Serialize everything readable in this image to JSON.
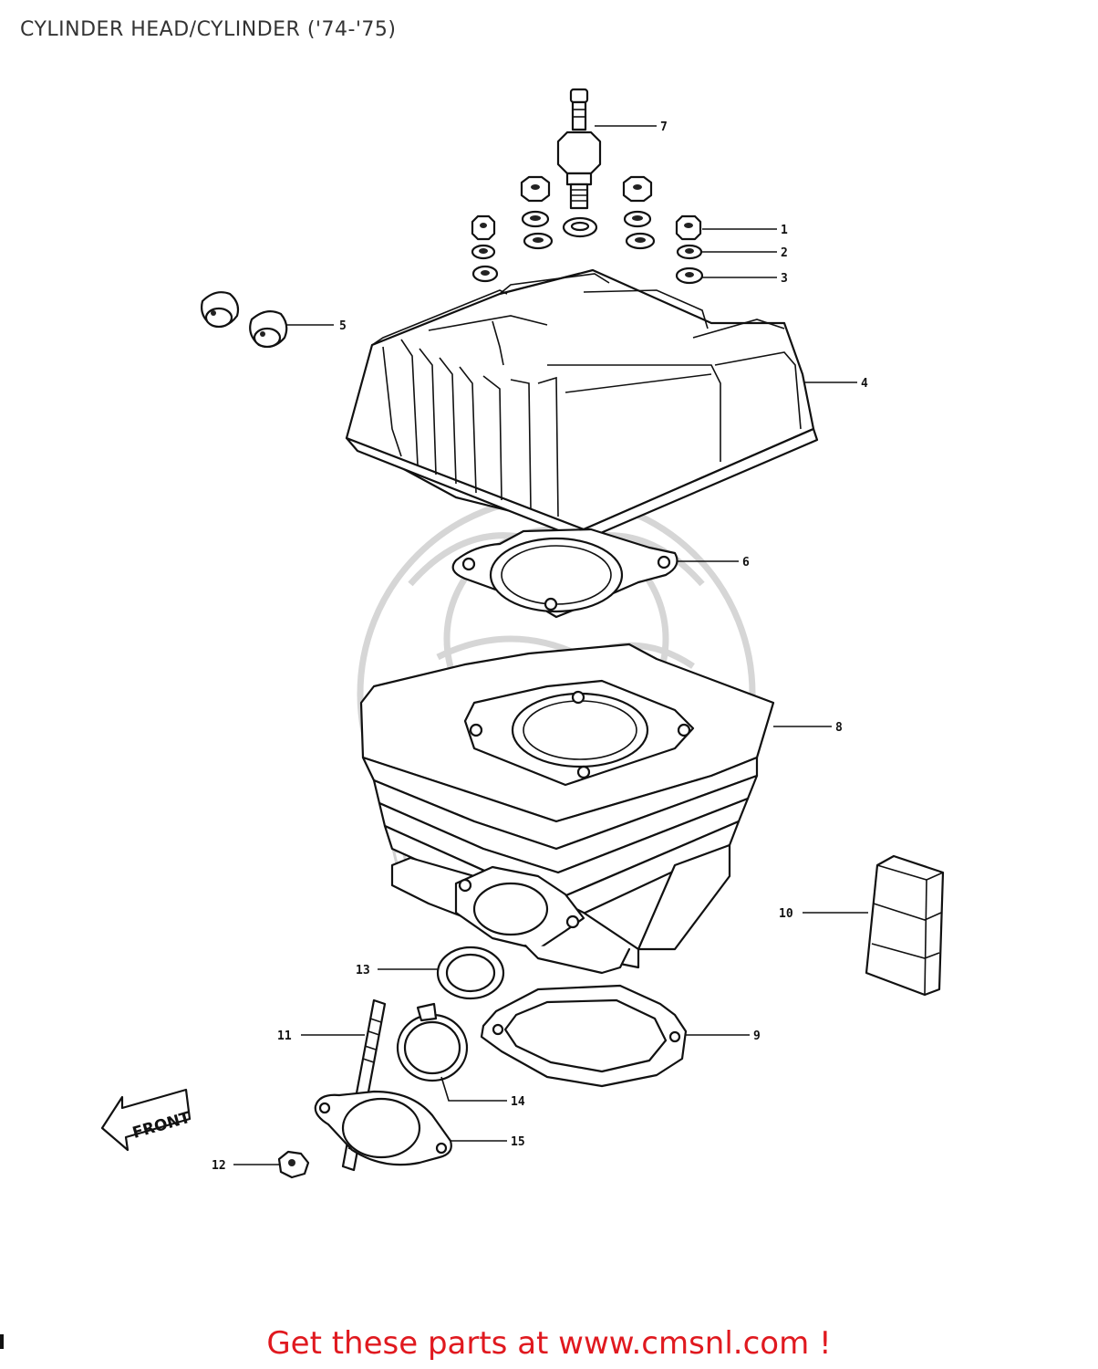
{
  "title": "CYLINDER HEAD/CYLINDER ('74-'75)",
  "footer": "Get these parts at www.cmsnl.com !",
  "front_label": "FRONT",
  "callouts": [
    {
      "id": "1",
      "label": "1"
    },
    {
      "id": "2",
      "label": "2"
    },
    {
      "id": "3",
      "label": "3"
    },
    {
      "id": "4",
      "label": "4"
    },
    {
      "id": "5",
      "label": "5"
    },
    {
      "id": "6",
      "label": "6"
    },
    {
      "id": "7",
      "label": "7"
    },
    {
      "id": "8",
      "label": "8"
    },
    {
      "id": "9",
      "label": "9"
    },
    {
      "id": "10",
      "label": "10"
    },
    {
      "id": "11",
      "label": "11"
    },
    {
      "id": "12",
      "label": "12"
    },
    {
      "id": "13",
      "label": "13"
    },
    {
      "id": "14",
      "label": "14"
    },
    {
      "id": "15",
      "label": "15"
    }
  ],
  "colors": {
    "footer": "#e0191f",
    "title": "#333333",
    "linework": "#111111",
    "watermark": "#d6d6d6"
  }
}
